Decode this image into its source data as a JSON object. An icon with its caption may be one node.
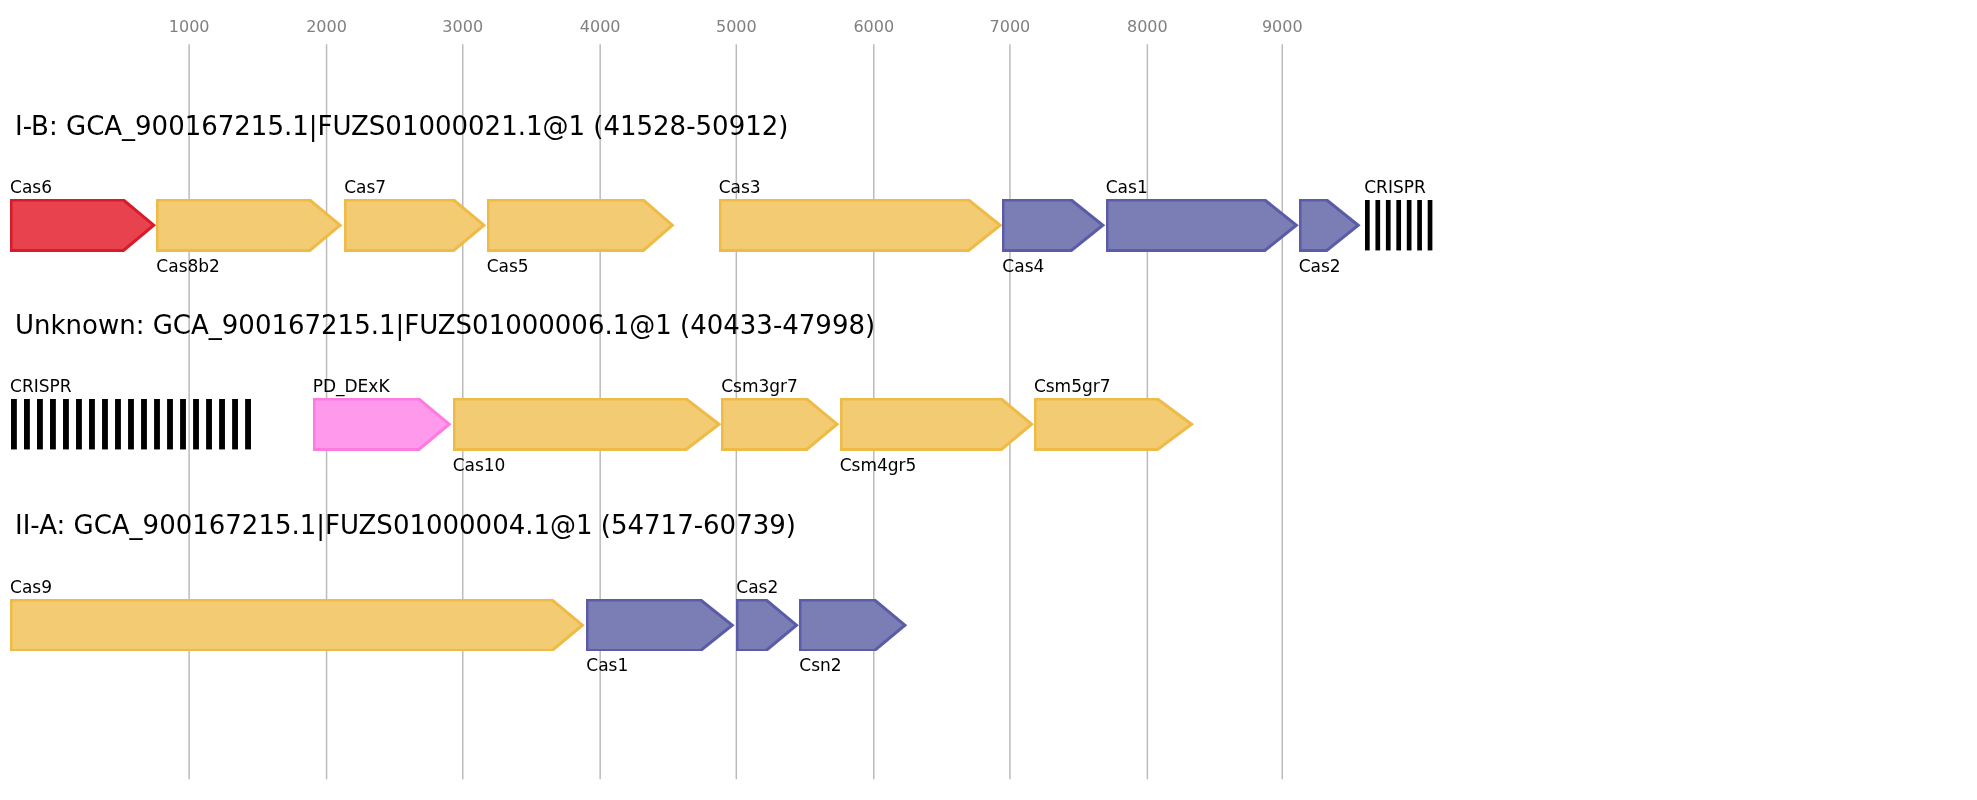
{
  "diagram": {
    "nodes": [
      {
        "text": [
          "Cas6"
        ]
      },
      {
        "text": [
          "Cas8b2"
        ]
      },
      {
        "text": [
          "Cas7"
        ]
      },
      {
        "text": [
          "Cas5"
        ]
      },
      {
        "text": [
          "Cas3"
        ]
      },
      {
        "text": [
          "Cas4"
        ]
      },
      {
        "text": [
          "Cas1"
        ]
      },
      {
        "text": [
          "Cas2"
        ]
      },
      {
        "text": [
          "CRISPR"
        ]
      },
      {
        "text": [
          "CRISPR"
        ]
      },
      {
        "text": [
          "PD_DExK"
        ]
      },
      {
        "text": [
          "Cas10"
        ]
      },
      {
        "text": [
          "Csm3gr7"
        ]
      },
      {
        "text": [
          "Csm4gr5"
        ]
      },
      {
        "text": [
          "Csm5gr7"
        ]
      },
      {
        "text": [
          "Cas9"
        ]
      },
      {
        "text": [
          "Cas1"
        ]
      },
      {
        "text": [
          "Cas2"
        ]
      },
      {
        "text": [
          "Csn2"
        ]
      }
    ],
    "edges": [],
    "labels": [
      "1000",
      "2000",
      "3000",
      "4000",
      "5000",
      "6000",
      "7000",
      "8000",
      "9000",
      "I-B: GCA_900167215.1|FUZS01000021.1@1 (41528-50912)",
      "Unknown: GCA_900167215.1|FUZS01000006.1@1 (40433-47998)",
      "II-A: GCA_900167215.1|FUZS01000004.1@1 (54717-60739)"
    ]
  }
}
